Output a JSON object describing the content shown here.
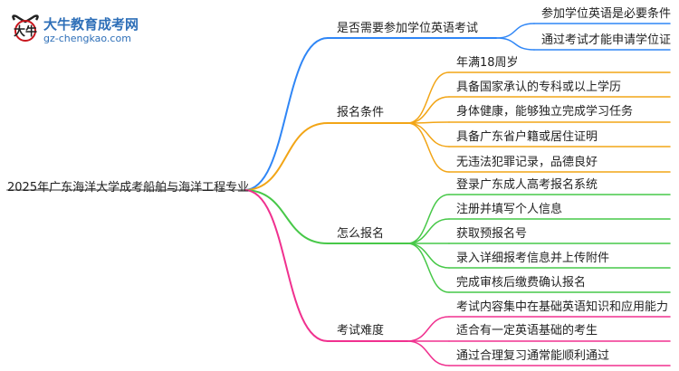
{
  "logo": {
    "title": "大牛教育成考网",
    "url": "gz-chengkao.com"
  },
  "root": {
    "label": "2025年广东海洋大学成考船舶与海洋工程专业"
  },
  "branches": [
    {
      "label": "是否需要参加学位英语考试",
      "color": "#2f86f6",
      "leaves": [
        "参加学位英语是必要条件",
        "通过考试才能申请学位证"
      ]
    },
    {
      "label": "报名条件",
      "color": "#f2a516",
      "leaves": [
        "年满18周岁",
        "具备国家承认的专科或以上学历",
        "身体健康，能够独立完成学习任务",
        "具备广东省户籍或居住证明",
        "无违法犯罪记录，品德良好"
      ]
    },
    {
      "label": "怎么报名",
      "color": "#47c848",
      "leaves": [
        "登录广东成人高考报名系统",
        "注册并填写个人信息",
        "获取预报名号",
        "录入详细报考信息并上传附件",
        "完成审核后缴费确认报名"
      ]
    },
    {
      "label": "考试难度",
      "color": "#f0318f",
      "leaves": [
        "考试内容集中在基础英语知识和应用能力",
        "适合有一定英语基础的考生",
        "通过合理复习通常能顺利通过"
      ]
    }
  ]
}
